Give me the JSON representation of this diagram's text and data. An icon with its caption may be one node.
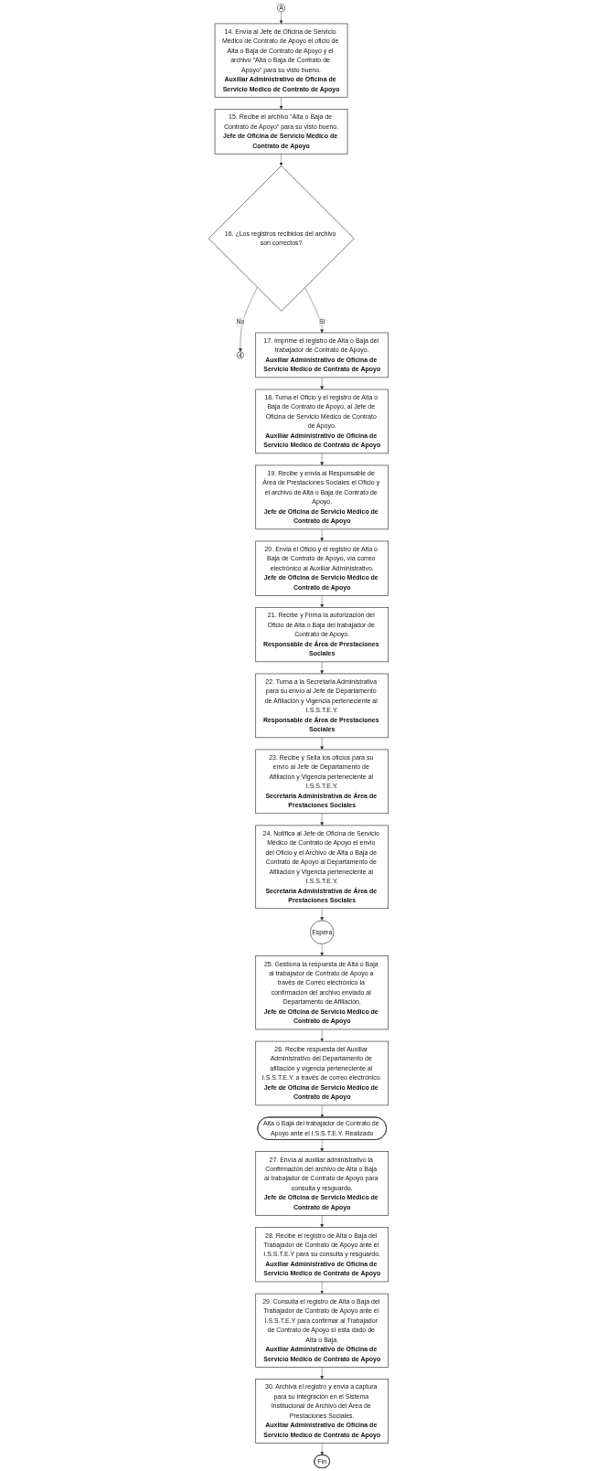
{
  "diagram": {
    "nodes": [
      {
        "text": [
          "A"
        ]
      },
      {
        "text": [
          "14. Envía al Jefe de Oficina de Servicio Médico de Contrato de Apoyo el oficio de Alta o Baja de Contrato de Apoyo y el archivo “Alta o Baja de Contrato de Apoyo” para su visto bueno.",
          "Auxiliar Administrativo de Oficina de Servicio Medico de Contrato de Apoyo"
        ]
      },
      {
        "text": [
          "15. Recibe el archivo “Alta o Baja de Contrato de Apoyo” para su visto bueno.",
          "Jefe de Oficina de Servicio Médico de Contrato de Apoyo"
        ]
      },
      {
        "text": [
          "16. ¿Los registros recibidos del archivo son correctos?"
        ]
      },
      {
        "text": [
          "4"
        ]
      },
      {
        "text": [
          "17. Imprime el registro de Alta o Baja del trabajador de Contrato de Apoyo.",
          "Auxiliar Administrativo de Oficina de Servicio Medico de Contrato de Apoyo"
        ]
      },
      {
        "text": [
          "18. Turna el Oficio y el registro de Alta o Baja de Contrato de Apoyo, al Jefe de Oficina de Servicio Médico de Contrato de Apoyo.",
          "Auxiliar Administrativo de Oficina de Servicio Medico de Contrato de Apoyo"
        ]
      },
      {
        "text": [
          "19. Recibe y envia al Responsable de Área de Prestaciones Sociales el Oficio y el archivo de Alta o Baja de Contrato de Apoyo.",
          "Jefe de Oficina de Servicio Médico de Contrato de Apoyo"
        ]
      },
      {
        "text": [
          "20. Envia el Oficio y el registro de Alta o Baja de Contrato de Apoyo, vía correo electrónico al Auxiliar Administrativo.",
          "Jefe de Oficina de Servicio Médico de Contrato de Apoyo"
        ]
      },
      {
        "text": [
          "21. Recibe y Firma la autorización del Oficio de Alta o Baja del trabajador de Contrato de Apoyo.",
          "Responsable de Área de Prestaciones Sociales"
        ]
      },
      {
        "text": [
          "22. Turna a la Secretaria Administrativa para su envío al Jefe de Departamento de Afiliación y Vigencia perteneciente al I.S.S.T.E.Y.",
          "Responsable de Área de Prestaciones Sociales"
        ]
      },
      {
        "text": [
          "23. Recibe y Sella los oficios para su envío al Jefe de Departamento de Afiliación y Vigencia perteneciente al I.S.S.T.E.Y.",
          "Secretaria Administrativa de Área de Prestaciones Sociales"
        ]
      },
      {
        "text": [
          "24. Notifica al Jefe de Oficina de Servicio Médico de Contrato de Apoyo el envio del Oficio y el Archivo de Alta o Baja de Contrato de Apoyo al Departamento de Afiliación y Vigencia perteneciente al I.S.S.T.E.Y.",
          "Secretaria Administrativa de Área de Prestaciones Sociales"
        ]
      },
      {
        "text": [
          "Espera"
        ]
      },
      {
        "text": [
          "25. Gestiona la respuesta de Alta o Baja al trabajador de Contrato de Apoyo a través de Correo electrónico la confirmación del archivo enviado al Departamento de Afiliación.",
          "Jefe de Oficina de Servicio Médico de Contrato de Apoyo"
        ]
      },
      {
        "text": [
          "26. Recibe respuesta del Auxiliar Administrativo del Departamento de afiliación y vigencia perteneciente al I.S.S.T.E.Y. a través de correo electrónico.",
          "Jefe de Oficina de Servicio Médico de Contrato de Apoyo"
        ]
      },
      {
        "text": [
          "Alta o Baja del trabajador de Contrato de Apoyo ante el I.S.S.T.E.Y. Realizado"
        ]
      },
      {
        "text": [
          "27. Envía al auxiliar administrativo la Confirmación del archivo de Alta o Baja al trabajador de Contrato de Apoyo para consulta y resguardo.",
          "Jefe de Oficina de Servicio Médico de Contrato de Apoyo"
        ]
      },
      {
        "text": [
          "28. Recibe el registro de Alta o Baja del Trabajador de Contrato de Apoyo ante el I.S.S.T.E.Y para su consulta y resguardo.",
          "Auxiliar Administrativo de Oficina de Servicio Medico de Contrato de Apoyo"
        ]
      },
      {
        "text": [
          "29. Consulta el registro de Alta o Baja del Trabajador de Contrato de Apoyo ante el I.S.S.T.E.Y para confirmar al Trabajador de Contrato de Apoyo sí esta dado de Alta o Baja.",
          "Auxiliar Administrativo de Oficina de Servicio Medico de Contrato de Apoyo"
        ]
      },
      {
        "text": [
          "30. Archiva el registro y envia a captura para su integración en el Sistema Institucional de Archivo del Área de Prestaciones Sociales.",
          "Auxiliar Administrativo de Oficina de Servicio Medico de Contrato de Apoyo"
        ]
      },
      {
        "text": [
          "Fin"
        ]
      }
    ],
    "edges": [
      {
        "from": 0,
        "to": 1,
        "arrow": "to"
      },
      {
        "from": 1,
        "to": 2,
        "arrow": "to"
      },
      {
        "from": 2,
        "to": 3,
        "arrow": "to"
      },
      {
        "from": 3,
        "to": 4,
        "arrow": "to",
        "label": "No"
      },
      {
        "from": 3,
        "to": 5,
        "arrow": "to",
        "label": "Si"
      },
      {
        "from": 5,
        "to": 6,
        "arrow": "to"
      },
      {
        "from": 6,
        "to": 7,
        "arrow": "to"
      },
      {
        "from": 7,
        "to": 8,
        "arrow": "to"
      },
      {
        "from": 8,
        "to": 9,
        "arrow": "to"
      },
      {
        "from": 9,
        "to": 10,
        "arrow": "to"
      },
      {
        "from": 10,
        "to": 11,
        "arrow": "to"
      },
      {
        "from": 11,
        "to": 12,
        "arrow": "to"
      },
      {
        "from": 12,
        "to": 13,
        "arrow": "to"
      },
      {
        "from": 13,
        "to": 14,
        "arrow": "to"
      },
      {
        "from": 14,
        "to": 15,
        "arrow": "to"
      },
      {
        "from": 15,
        "to": 16,
        "arrow": "to"
      },
      {
        "from": 16,
        "to": 17,
        "arrow": "to"
      },
      {
        "from": 17,
        "to": 18,
        "arrow": "to"
      },
      {
        "from": 18,
        "to": 19,
        "arrow": "to"
      },
      {
        "from": 19,
        "to": 20,
        "arrow": "to"
      },
      {
        "from": 20,
        "to": 21,
        "arrow": "to"
      }
    ]
  }
}
